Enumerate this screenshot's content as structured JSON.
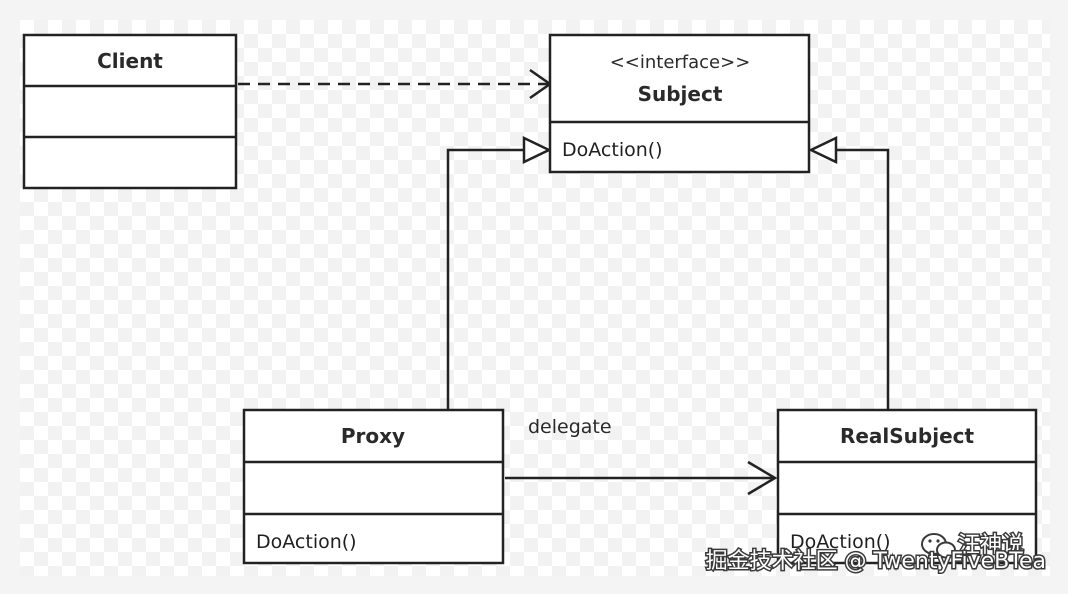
{
  "diagram": {
    "classes": {
      "client": {
        "name": "Client",
        "method": ""
      },
      "subject": {
        "stereotype": "<<interface>>",
        "name": "Subject",
        "method": "DoAction()"
      },
      "proxy": {
        "name": "Proxy",
        "method": "DoAction()"
      },
      "real_subject": {
        "name": "RealSubject",
        "method": "DoAction()"
      }
    },
    "edges": {
      "client_to_subject": {
        "type": "dependency"
      },
      "proxy_to_subject": {
        "type": "realization"
      },
      "real_to_subject": {
        "type": "realization"
      },
      "proxy_to_real": {
        "type": "association",
        "label": "delegate"
      }
    }
  },
  "watermark": {
    "text": "掘金技术社区 @ TwentyFiveBTea",
    "wechat_name": "汪神说"
  }
}
